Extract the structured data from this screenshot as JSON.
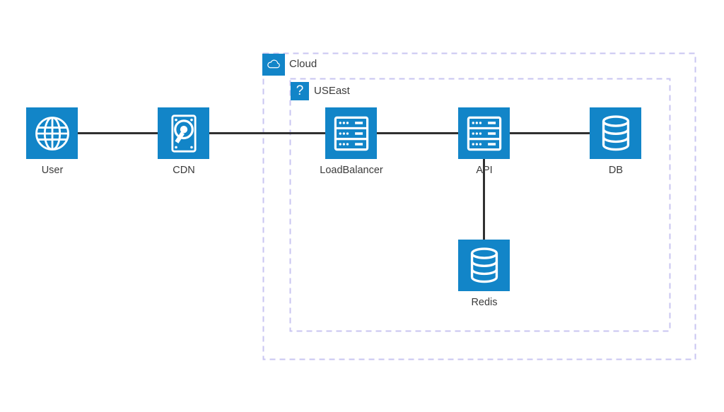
{
  "diagram": {
    "clusters": [
      {
        "label": "Cloud",
        "icon": "cloud-icon"
      },
      {
        "label": "USEast",
        "icon": "question-icon",
        "question_glyph": "?"
      }
    ],
    "nodes": [
      {
        "id": "user",
        "label": "User",
        "icon": "globe-icon"
      },
      {
        "id": "cdn",
        "label": "CDN",
        "icon": "hdd-icon"
      },
      {
        "id": "loadbalancer",
        "label": "LoadBalancer",
        "icon": "server-rack-icon"
      },
      {
        "id": "api",
        "label": "API",
        "icon": "server-rack-icon"
      },
      {
        "id": "db",
        "label": "DB",
        "icon": "database-icon"
      },
      {
        "id": "redis",
        "label": "Redis",
        "icon": "database-icon"
      }
    ],
    "edges": [
      {
        "from": "User",
        "to": "CDN"
      },
      {
        "from": "CDN",
        "to": "LoadBalancer"
      },
      {
        "from": "LoadBalancer",
        "to": "API"
      },
      {
        "from": "API",
        "to": "DB"
      },
      {
        "from": "API",
        "to": "Redis"
      }
    ],
    "colors": {
      "node_fill": "#1285C8",
      "icon_stroke": "#FFFFFF",
      "edge": "#303030",
      "cluster_border": "#C8C5F1",
      "label_text": "#3B3B3B",
      "background": "#FFFFFF"
    }
  }
}
